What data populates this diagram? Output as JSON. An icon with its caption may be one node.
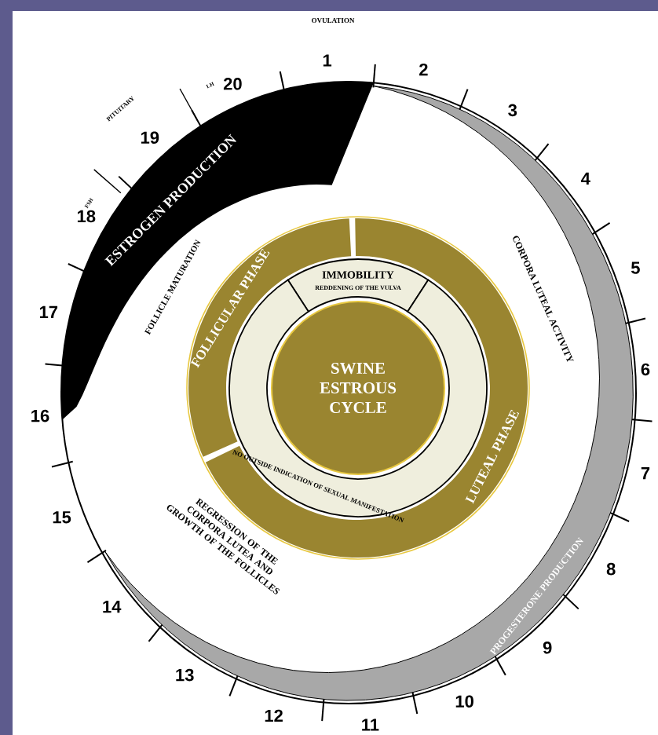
{
  "diagram": {
    "nodes": [
      {
        "text": [
          "ESTROGEN PRODUCTION"
        ]
      },
      {
        "text": [
          "PROGESTERONE PRODUCTION"
        ]
      },
      {
        "text": [
          "FOLLICULAR PHASE"
        ]
      },
      {
        "text": [
          "LUTEAL PHASE"
        ]
      },
      {
        "text": [
          "IMMOBILITY",
          "REDDENING OF THE VULVA"
        ]
      },
      {
        "text": [
          "NO OUTSIDE INDICATION OF SEXUAL MANIFESTATION"
        ]
      },
      {
        "text": [
          "SWINE ESTROUS CYCLE"
        ]
      }
    ],
    "labels": [
      "OVULATION",
      "PITUITARY",
      "FSH",
      "LH",
      "1",
      "2",
      "3",
      "4",
      "5",
      "6",
      "7",
      "8",
      "9",
      "10",
      "11",
      "12",
      "13",
      "14",
      "15",
      "16",
      "17",
      "18",
      "19",
      "20",
      "FOLLICLE MATURATION",
      "CORPORA LUTEAL ACTIVITY",
      "REGRESSION OF THE CORPORA LUTEA AND GROWTH OF THE FOLLICLES"
    ]
  }
}
